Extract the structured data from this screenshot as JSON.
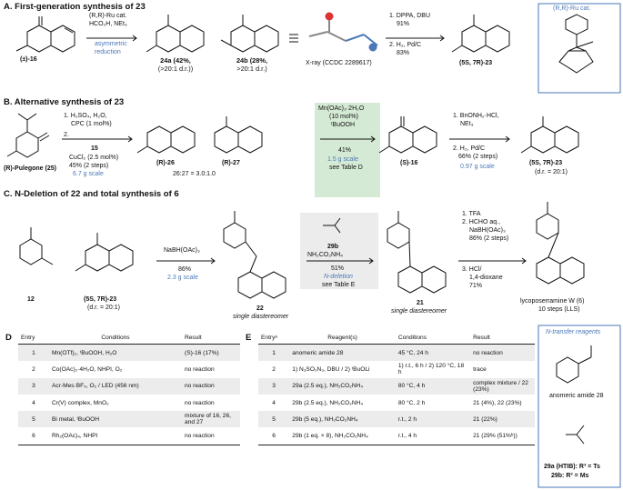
{
  "sectionA": {
    "title": "A. First-generation synthesis of 23",
    "sm": "(±)-16",
    "cond1a": "(R,R)-Ru cat.",
    "cond1b": "HCO₂H, NEt₃",
    "cond1c": "asymmetric",
    "cond1d": "reduction",
    "p1": "24a (42%,",
    "p1b": "(>20:1 d.r.))",
    "p2": "24b (28%,",
    "p2b": ">20:1 d.r.)",
    "xray": "X-ray (CCDC 2289617)",
    "cond2a": "1. DPPA, DBU",
    "cond2b": "91%",
    "cond2c": "2. H₂, Pd/C",
    "cond2d": "83%",
    "prod": "(5S, 7R)-23",
    "catTitle": "(R,R)-Ru cat."
  },
  "sectionB": {
    "title": "B. Alternative synthesis of 23",
    "sm": "(R)-Pulegone (25)",
    "c1": "1. H₂SO₄, H₂O,",
    "c1b": "CPC (1 mol%)",
    "c2": "2.",
    "c3": "15",
    "c4": "CuCl₂ (2.5 mol%)",
    "c5": "45% (2 steps)",
    "c6": "6.7 g scale",
    "p26": "(R)-26",
    "p27": "(R)-27",
    "ratio": "26:27 = 3.0:1.0",
    "box1": "Mn(OAc)₃·2H₂O",
    "box2": "(10 mol%)",
    "box3": "ᵗBuOOH",
    "box4": "41%",
    "box5": "1.5 g scale",
    "box6": "see Table D",
    "s16": "(S)-16",
    "d1": "1. BnONH₂·HCl,",
    "d1b": "NEt₃",
    "d2": "2. H₂, Pd/C",
    "d3": "66% (2 steps)",
    "d4": "0.97 g scale",
    "prod": "(5S, 7R)-23",
    "dr": "(d.r. = 20:1)"
  },
  "sectionC": {
    "title": "C. N-Deletion of 22 and total synthesis of 6",
    "m12": "12",
    "m23": "(5S, 7R)-23",
    "m23dr": "(d.r. = 20:1)",
    "r1": "NaBH(OAc)₃",
    "r1y": "86%",
    "r1s": "2.3 g scale",
    "m22": "22",
    "m22s": "single diastereomer",
    "r2a": "29b",
    "r2b": "NH₂CO₂NH₄",
    "r2y": "51%",
    "r2c": "N-deletion",
    "r2d": "see Table E",
    "m21": "21",
    "m21s": "single diastereomer",
    "r3a": "1. TFA",
    "r3b": "2. HCHO aq.,",
    "r3c": "NaBH(OAc)₃",
    "r3d": "86% (2 steps)",
    "r3e": "3. HCl/",
    "r3f": "1,4-dioxane",
    "r3g": "71%",
    "m6": "lycoposerramine W (6)",
    "m6s": "10 steps (LLS)"
  },
  "tableD": {
    "letter": "D",
    "headers": [
      "Entry",
      "Conditions",
      "Result"
    ],
    "rows": [
      [
        "1",
        "Mn(OTf)₂, ᵗBuOOH, H₂O",
        "(S)-16 (17%)"
      ],
      [
        "2",
        "Co(OAc)₂·4H₂O, NHPI, O₂",
        "no reaction"
      ],
      [
        "3",
        "Acr-Mes·BF₄, O₂ / LED (456 nm)",
        "no reaction"
      ],
      [
        "4",
        "Cr(V) complex, MnO₂",
        "no reaction"
      ],
      [
        "5",
        "Bi metal, ᵗBuOOH",
        "mixture of 16, 26, and 27"
      ],
      [
        "6",
        "Rh₂(OAc)₄, NHPI",
        "no reaction"
      ]
    ]
  },
  "tableE": {
    "letter": "E",
    "headers": [
      "Entryᵃ",
      "Reagent(s)",
      "Conditions",
      "Result"
    ],
    "rows": [
      [
        "1",
        "anomeric amide 28",
        "45 °C, 24 h",
        "no reaction"
      ],
      [
        "2",
        "1) N₃SO₂N₃, DBU / 2) ᵗBuOLi",
        "1) r.t., 6 h / 2) 120 °C, 18 h",
        "trace"
      ],
      [
        "3",
        "29a (2.5 eq.), NH₂CO₂NH₄",
        "80 °C, 4 h",
        "complex mixture / 22 (23%)"
      ],
      [
        "4",
        "29b (2.5 eq.), NH₂CO₂NH₄",
        "80 °C, 2 h",
        "21 (4%), 22 (23%)"
      ],
      [
        "5",
        "29b (5 eq.), NH₂CO₂NH₄",
        "r.t., 2 h",
        "21 (22%)"
      ],
      [
        "6",
        "29b (1 eq. × 8), NH₂CO₂NH₄",
        "r.t., 4 h",
        "21 (29% (51%ᵇ))"
      ]
    ]
  },
  "reagents": {
    "title": "N-transfer reagents",
    "a28": "anomeric amide 28",
    "a29": "29a (HTIB): R³ = Ts",
    "b29": "29b: R³ = Ms"
  },
  "colors": {
    "accent": "#4a78b8",
    "boxGreen": "#d5ead5",
    "boxGray": "#ececec"
  }
}
